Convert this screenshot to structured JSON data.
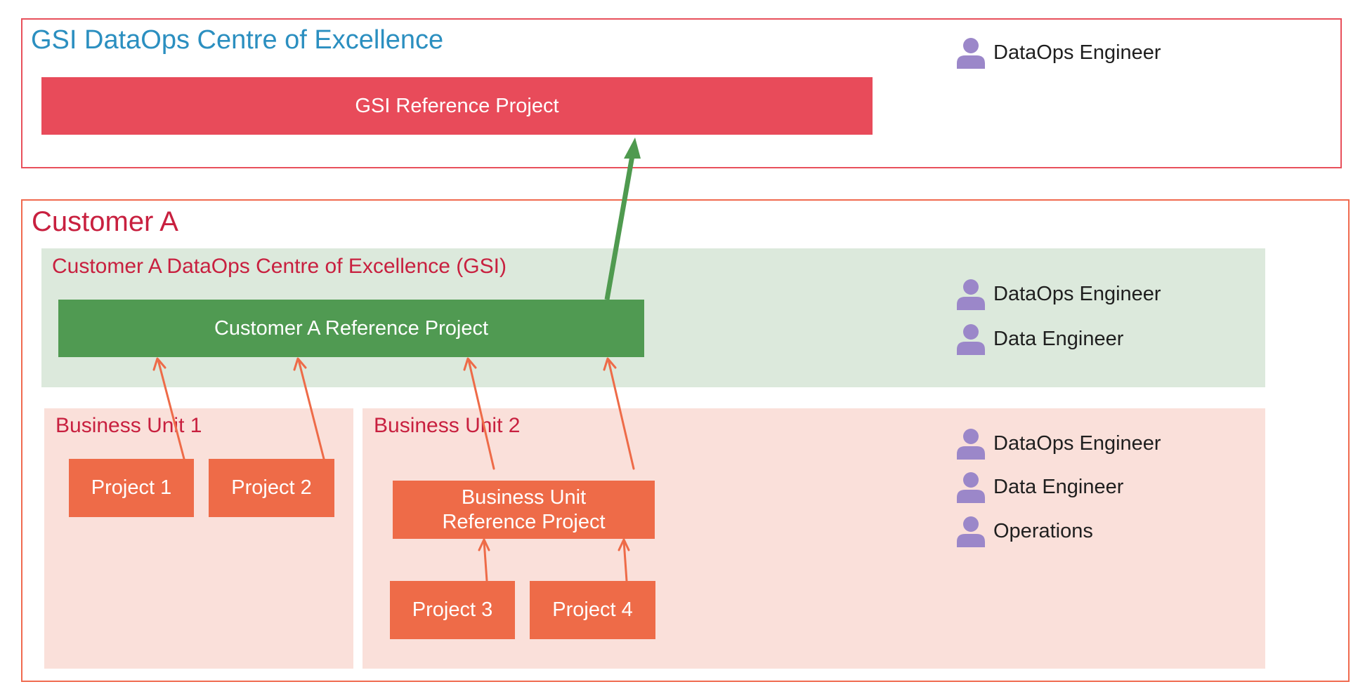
{
  "gsi": {
    "title": "GSI DataOps Centre of Excellence",
    "reference_project": "GSI Reference Project",
    "roles": [
      "DataOps Engineer"
    ]
  },
  "customer": {
    "title": "Customer A",
    "coe": {
      "title": "Customer A DataOps Centre of Excellence (GSI)",
      "reference_project": "Customer A Reference Project",
      "roles": [
        "DataOps Engineer",
        "Data Engineer"
      ]
    },
    "bu1": {
      "title": "Business Unit 1",
      "projects": [
        "Project 1",
        "Project 2"
      ]
    },
    "bu2": {
      "title": "Business Unit 2",
      "reference_line1": "Business Unit",
      "reference_line2": "Reference Project",
      "projects": [
        "Project 3",
        "Project 4"
      ],
      "roles": [
        "DataOps Engineer",
        "Data Engineer",
        "Operations"
      ]
    }
  },
  "colors": {
    "gsi_title": "#2b8fc0",
    "customer_title": "#c8203f",
    "gsi_project": "#e84b5a",
    "customer_project": "#509a52",
    "bu_project": "#ee6b48",
    "role_icon": "#9b87c9",
    "promotion_arrow": "#4f9a4f",
    "contribution_arrow": "#ee6b48"
  },
  "icons": {
    "role": "person-icon"
  }
}
